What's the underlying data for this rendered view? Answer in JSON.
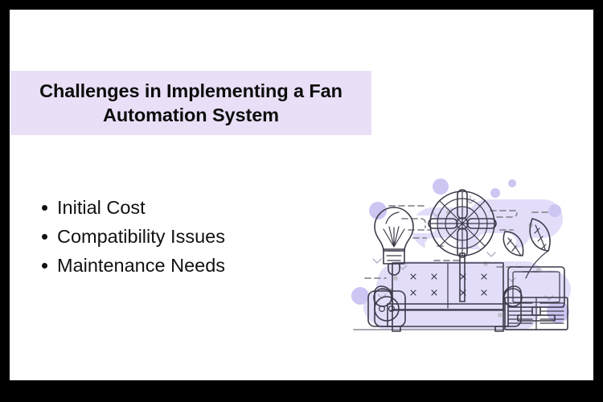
{
  "slide": {
    "border_color": "#000000",
    "background_color": "#ffffff",
    "title": {
      "text": "Challenges in Implementing a Fan\nAutomation System",
      "band_color": "#e9e0f7",
      "text_color": "#0d0d0d"
    },
    "bullets": [
      {
        "label": "Initial Cost"
      },
      {
        "label": "Compatibility Issues"
      },
      {
        "label": "Maintenance Needs"
      }
    ],
    "illustration": {
      "name": "smart-home-living-room-illustration",
      "items": [
        "light-bulb-icon",
        "pedestal-fan-icon",
        "sofa-icon",
        "leaves-icon",
        "television-icon",
        "cabinet-icon",
        "power-socket-icon"
      ],
      "colors": {
        "yellow": "#f7ca62",
        "yellow_dark": "#e8a93f",
        "purple": "#7b72d4",
        "purple_light": "#9b93e0",
        "lavender_blob": "#e3ddfa",
        "lavender_circle": "#cdc5f2",
        "gray": "#b0b0b8",
        "gray_dark": "#8c8c96",
        "outline": "#3c3c4a",
        "white": "#ffffff"
      }
    }
  }
}
